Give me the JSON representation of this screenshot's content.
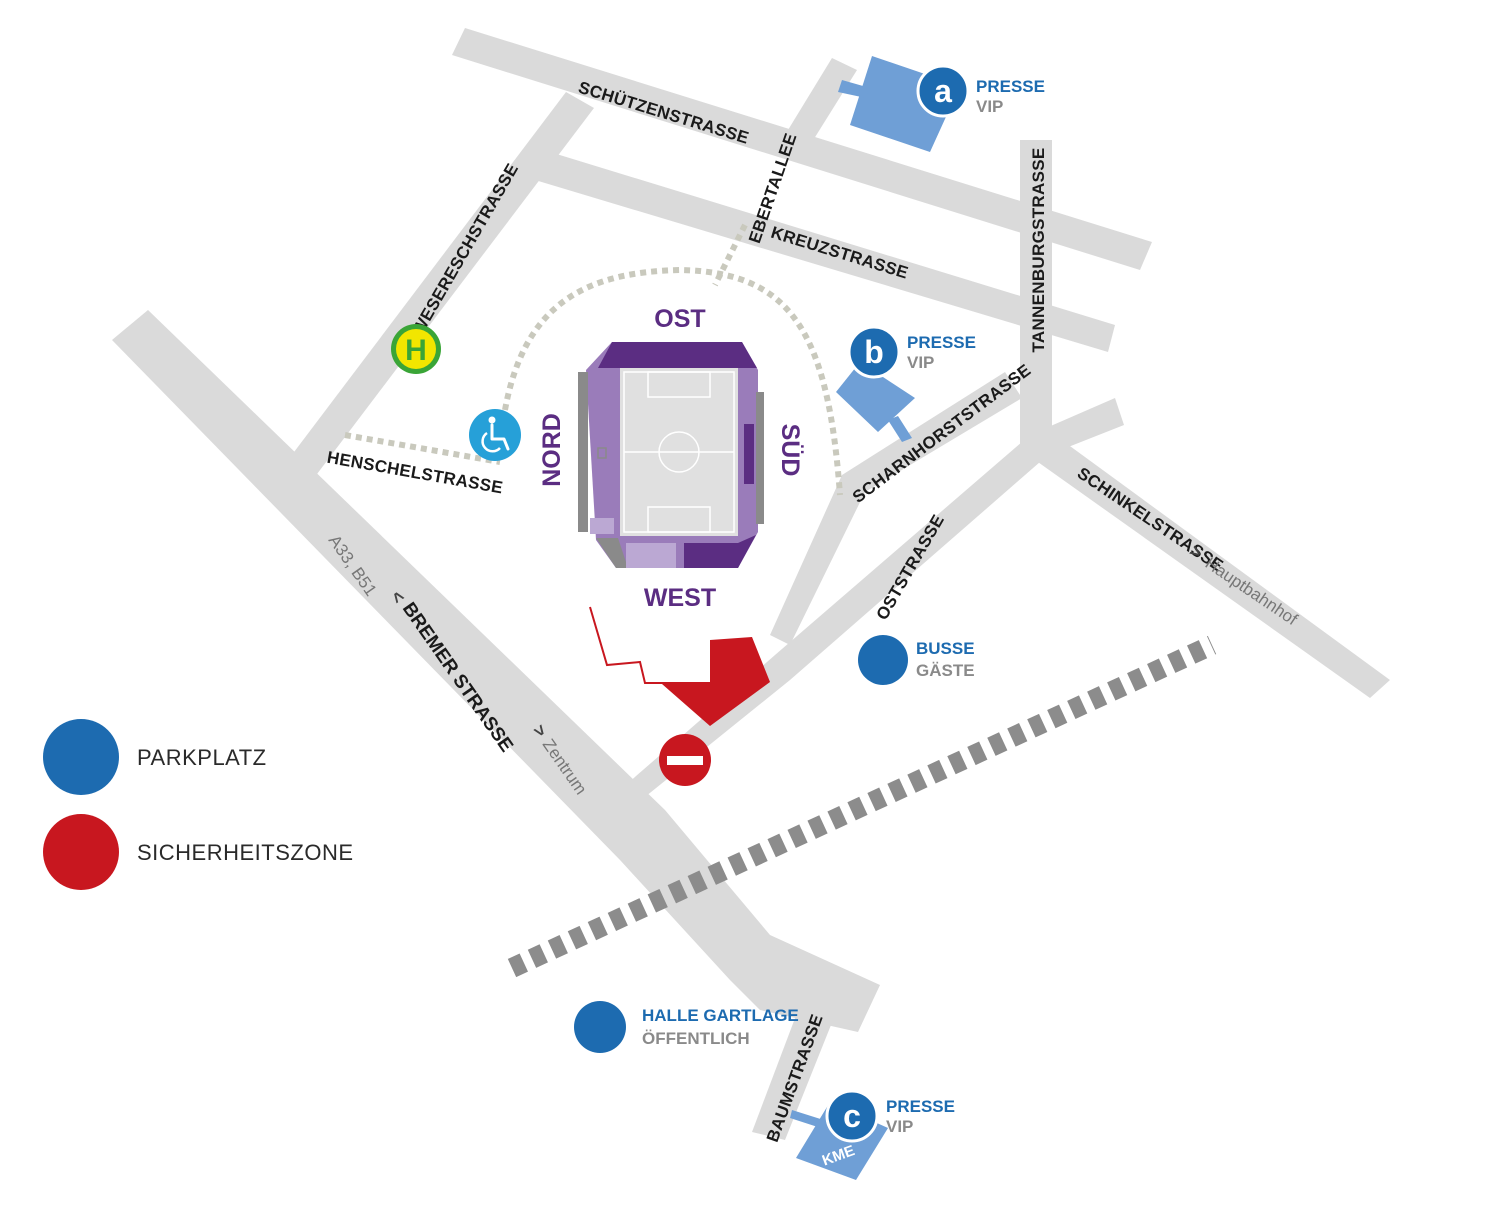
{
  "colors": {
    "road": "#dadada",
    "parking": "#1d6bb0",
    "parking_area": "#6f9fd6",
    "security": "#c8171f",
    "stadium_dark": "#5b2d82",
    "stadium_mid": "#9a7cba",
    "stadium_light": "#bba8d3",
    "pitch": "#e0e0e0",
    "footpath": "#c9c9bd",
    "railway": "#8c8c8c",
    "bus_stop": "#f2e600",
    "bus_stop_ring": "#3aa537",
    "accessible": "#26a0d8"
  },
  "streets": {
    "schuetzen": "SCHÜTZENSTRASSE",
    "ebertallee": "EBERTALLEE",
    "kreuz": "KREUZSTRASSE",
    "tannenburg": "TANNENBURGSTRASSE",
    "wesereschs": "WESERESCHSTRASSE",
    "henschel": "HENSCHELSTRASSE",
    "scharnhorst": "SCHARNHORSTSTRASSE",
    "schinkel": "SCHINKELSTRASSE",
    "schinkel_dir": "Hauptbahnhof",
    "oststrasse": "OSTSTRASSE",
    "bremer_prefix": "A33, B51",
    "bremer": "BREMER STRASSE",
    "bremer_dir": "Zentrum",
    "baum": "BAUMSTRASSE"
  },
  "stadium": {
    "ost": "OST",
    "west": "WEST",
    "nord": "NORD",
    "sued": "SÜD"
  },
  "parking": {
    "a": {
      "letter": "a",
      "title": "PRESSE",
      "sub": "VIP"
    },
    "b": {
      "letter": "b",
      "title": "PRESSE",
      "sub": "VIP"
    },
    "c": {
      "letter": "c",
      "title": "PRESSE",
      "sub": "VIP",
      "area_label": "KME"
    },
    "busse": {
      "title": "BUSSE",
      "sub": "GÄSTE"
    },
    "halle": {
      "title": "HALLE GARTLAGE",
      "sub": "ÖFFENTLICH"
    }
  },
  "icons": {
    "bus_stop": "bus-stop-icon",
    "bus_stop_letter": "H",
    "wheelchair": "wheelchair-icon",
    "no_entry": "no-entry-icon"
  },
  "legend": {
    "items": [
      {
        "label": "PARKPLATZ",
        "color": "#1d6bb0"
      },
      {
        "label": "SICHERHEITSZONE",
        "color": "#c8171f"
      }
    ]
  }
}
